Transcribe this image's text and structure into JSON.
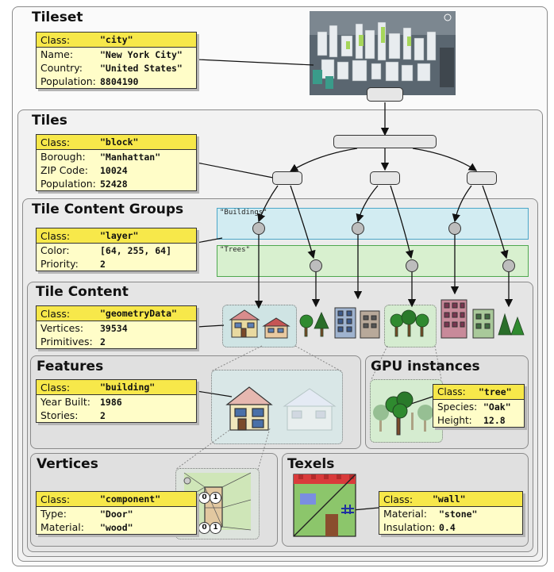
{
  "sections": {
    "tileset": "Tileset",
    "tiles": "Tiles",
    "groups": "Tile Content Groups",
    "content": "Tile Content",
    "features": "Features",
    "gpu": "GPU instances",
    "vertices": "Vertices",
    "texels": "Texels"
  },
  "groups": {
    "buildings_label": "\"Buildings\"",
    "trees_label": "\"Trees\""
  },
  "cards": {
    "tileset": {
      "class_key": "Class:",
      "class_val": "\"city\"",
      "rows": [
        {
          "k": "Name:",
          "v": "\"New York City\""
        },
        {
          "k": "Country:",
          "v": "\"United States\""
        },
        {
          "k": "Population:",
          "v": "8804190"
        }
      ]
    },
    "tiles": {
      "class_key": "Class:",
      "class_val": "\"block\"",
      "rows": [
        {
          "k": "Borough:",
          "v": "\"Manhattan\""
        },
        {
          "k": "ZIP Code:",
          "v": "10024"
        },
        {
          "k": "Population:",
          "v": "52428"
        }
      ]
    },
    "groups": {
      "class_key": "Class:",
      "class_val": "\"layer\"",
      "rows": [
        {
          "k": "Color:",
          "v": "[64, 255, 64]"
        },
        {
          "k": "Priority:",
          "v": "2"
        }
      ]
    },
    "content": {
      "class_key": "Class:",
      "class_val": "\"geometryData\"",
      "rows": [
        {
          "k": "Vertices:",
          "v": "39534"
        },
        {
          "k": "Primitives:",
          "v": "2"
        }
      ]
    },
    "features": {
      "class_key": "Class:",
      "class_val": "\"building\"",
      "rows": [
        {
          "k": "Year Built:",
          "v": "1986"
        },
        {
          "k": "Stories:",
          "v": "2"
        }
      ]
    },
    "gpu": {
      "class_key": "Class:",
      "class_val": "\"tree\"",
      "rows": [
        {
          "k": "Species:",
          "v": "\"Oak\""
        },
        {
          "k": "Height:",
          "v": "12.8"
        }
      ]
    },
    "vertices": {
      "class_key": "Class:",
      "class_val": "\"component\"",
      "rows": [
        {
          "k": "Type:",
          "v": "\"Door\""
        },
        {
          "k": "Material:",
          "v": "\"wood\""
        }
      ]
    },
    "texels": {
      "class_key": "Class:",
      "class_val": "\"wall\"",
      "rows": [
        {
          "k": "Material:",
          "v": "\"stone\""
        },
        {
          "k": "Insulation:",
          "v": "0.4"
        }
      ]
    }
  },
  "vertex_indices": [
    "0",
    "1",
    "0",
    "1"
  ],
  "colors": {
    "card_fill": "#fffdc8",
    "card_header": "#f7e84a",
    "buildings_group": "#d2ecf2",
    "trees_group": "#d8f0cf",
    "panel_fill": "#eeeeee"
  }
}
